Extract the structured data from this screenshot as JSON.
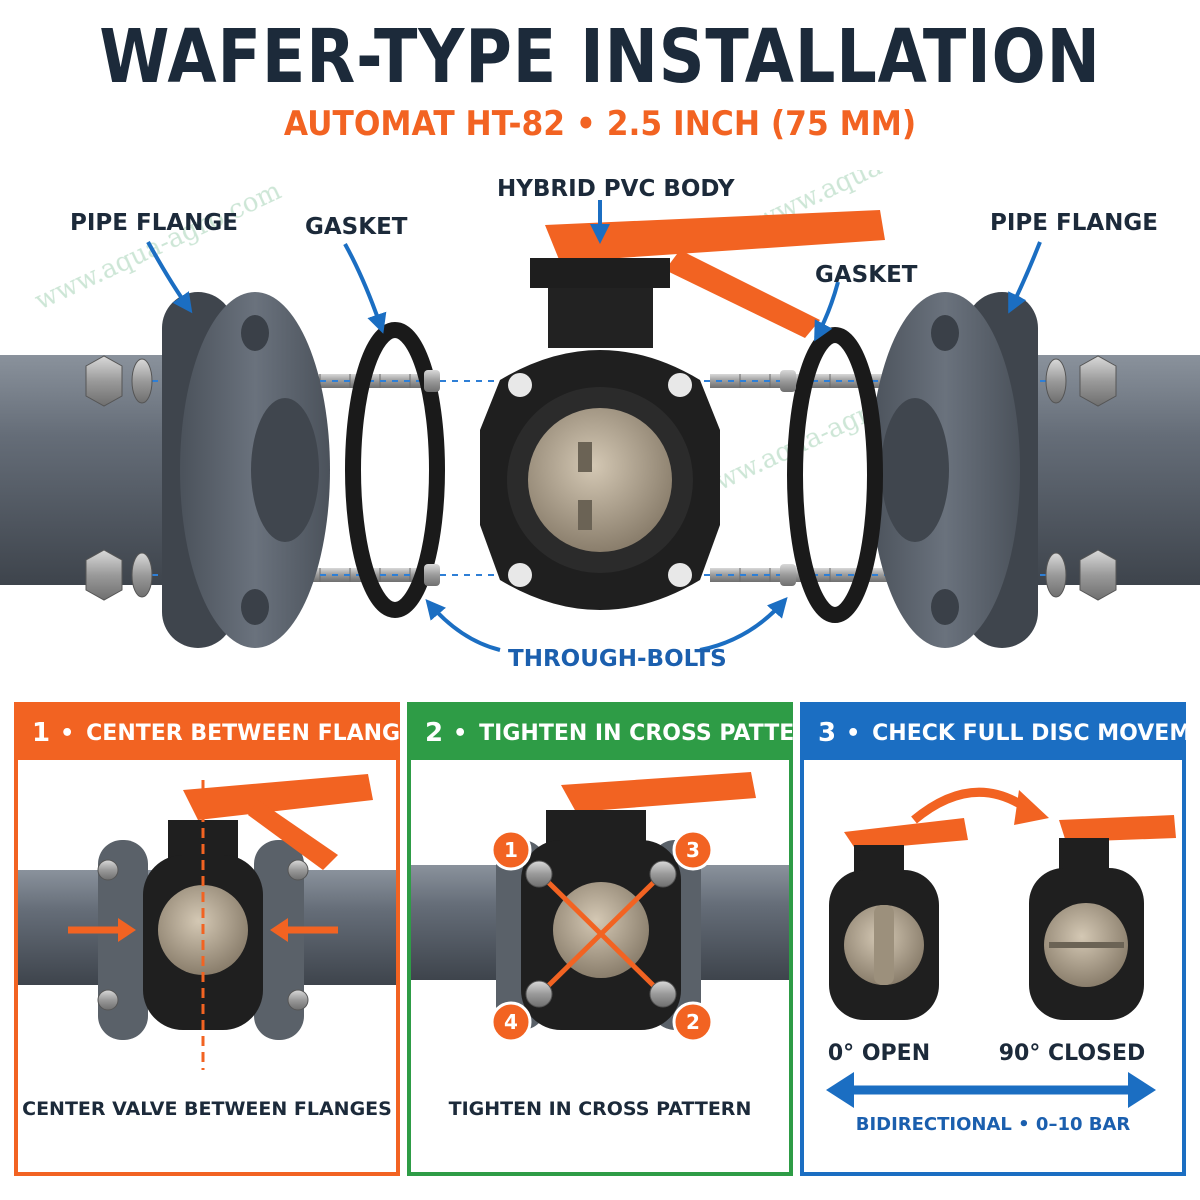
{
  "title": "WAFER-TYPE INSTALLATION",
  "subtitle": "AUTOMAT HT-82 • 2.5 INCH (75 MM)",
  "callouts": {
    "hybrid_body": "HYBRID PVC BODY",
    "pipe_flange_left": "PIPE FLANGE",
    "gasket_left": "GASKET",
    "gasket_right": "GASKET",
    "pipe_flange_right": "PIPE FLANGE",
    "through_bolts": "THROUGH-BOLTS"
  },
  "watermark": "www.aqua-agro.com",
  "steps": [
    {
      "number": "1",
      "bullet": "•",
      "title": "CENTER BETWEEN FLANGES",
      "caption": "CENTER VALVE BETWEEN FLANGES",
      "color": "#f26322"
    },
    {
      "number": "2",
      "bullet": "•",
      "title": "TIGHTEN IN CROSS PATTERN",
      "caption": "TIGHTEN IN CROSS PATTERN",
      "color": "#2e9c46"
    },
    {
      "number": "3",
      "bullet": "•",
      "title": "CHECK FULL DISC MOVEMENT",
      "caption": "",
      "color": "#1b6ec2"
    }
  ],
  "bolt_sequence": [
    "1",
    "3",
    "4",
    "2"
  ],
  "disc_positions": {
    "open": "0° OPEN",
    "closed": "90° CLOSED"
  },
  "pressure_note": "BIDIRECTIONAL • 0–10 BAR",
  "colors": {
    "navy": "#1c2a3a",
    "orange": "#f26322",
    "green": "#2e9c46",
    "blue": "#1b6ec2",
    "pvc_grey": "#5c6470",
    "valve_black": "#222222"
  }
}
